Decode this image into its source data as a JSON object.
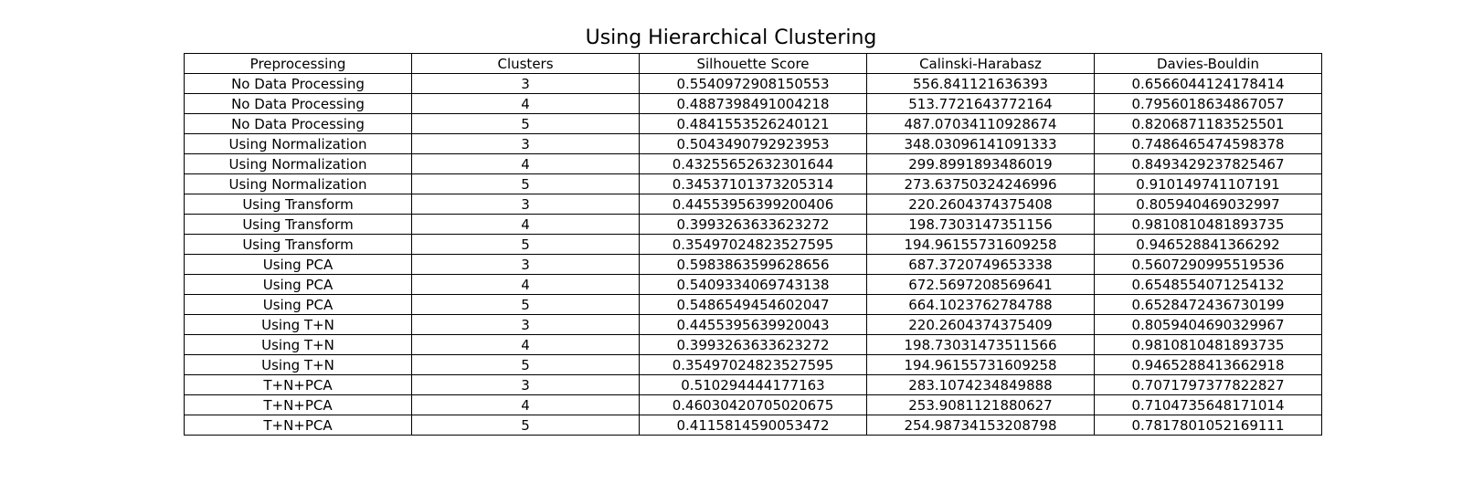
{
  "chart_data": {
    "type": "table",
    "title": "Using Hierarchical Clustering",
    "columns": [
      "Preprocessing",
      "Clusters",
      "Silhouette Score",
      "Calinski-Harabasz",
      "Davies-Bouldin"
    ],
    "rows": [
      [
        "No Data Processing",
        "3",
        "0.5540972908150553",
        "556.841121636393",
        "0.6566044124178414"
      ],
      [
        "No Data Processing",
        "4",
        "0.4887398491004218",
        "513.7721643772164",
        "0.7956018634867057"
      ],
      [
        "No Data Processing",
        "5",
        "0.4841553526240121",
        "487.07034110928674",
        "0.8206871183525501"
      ],
      [
        "Using Normalization",
        "3",
        "0.5043490792923953",
        "348.03096141091333",
        "0.7486465474598378"
      ],
      [
        "Using Normalization",
        "4",
        "0.43255652632301644",
        "299.8991893486019",
        "0.8493429237825467"
      ],
      [
        "Using Normalization",
        "5",
        "0.34537101373205314",
        "273.63750324246996",
        "0.910149741107191"
      ],
      [
        "Using Transform",
        "3",
        "0.44553956399200406",
        "220.2604374375408",
        "0.805940469032997"
      ],
      [
        "Using Transform",
        "4",
        "0.3993263633623272",
        "198.7303147351156",
        "0.9810810481893735"
      ],
      [
        "Using Transform",
        "5",
        "0.35497024823527595",
        "194.96155731609258",
        "0.946528841366292"
      ],
      [
        "Using PCA",
        "3",
        "0.5983863599628656",
        "687.3720749653338",
        "0.5607290995519536"
      ],
      [
        "Using PCA",
        "4",
        "0.5409334069743138",
        "672.5697208569641",
        "0.6548554071254132"
      ],
      [
        "Using PCA",
        "5",
        "0.5486549454602047",
        "664.1023762784788",
        "0.6528472436730199"
      ],
      [
        "Using T+N",
        "3",
        "0.4455395639920043",
        "220.2604374375409",
        "0.8059404690329967"
      ],
      [
        "Using T+N",
        "4",
        "0.3993263633623272",
        "198.73031473511566",
        "0.9810810481893735"
      ],
      [
        "Using T+N",
        "5",
        "0.35497024823527595",
        "194.96155731609258",
        "0.9465288413662918"
      ],
      [
        "T+N+PCA",
        "3",
        "0.510294444177163",
        "283.1074234849888",
        "0.7071797377822827"
      ],
      [
        "T+N+PCA",
        "4",
        "0.46030420705020675",
        "253.9081121880627",
        "0.7104735648171014"
      ],
      [
        "T+N+PCA",
        "5",
        "0.4115814590053472",
        "254.98734153208798",
        "0.7817801052169111"
      ]
    ]
  }
}
